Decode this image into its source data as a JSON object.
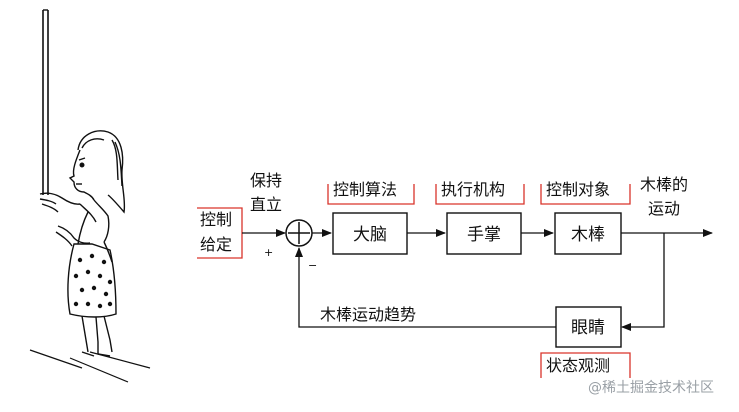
{
  "input": {
    "line1": "控制",
    "line2": "给定"
  },
  "setpoint": {
    "line1": "保持",
    "line2": "直立"
  },
  "signs": {
    "plus": "+",
    "minus": "−"
  },
  "blocks": {
    "brain": "大脑",
    "hand": "手掌",
    "stick": "木棒",
    "eye": "眼睛"
  },
  "annotations": {
    "algorithm": "控制算法",
    "actuator": "执行机构",
    "plant": "控制对象",
    "observer": "状态观测"
  },
  "output": {
    "line1": "木棒的",
    "line2": "运动"
  },
  "feedback_label": "木棒运动趋势",
  "watermark": "@稀土掘金技术社区",
  "colors": {
    "bracket": "#d9342b",
    "line": "#111111"
  }
}
